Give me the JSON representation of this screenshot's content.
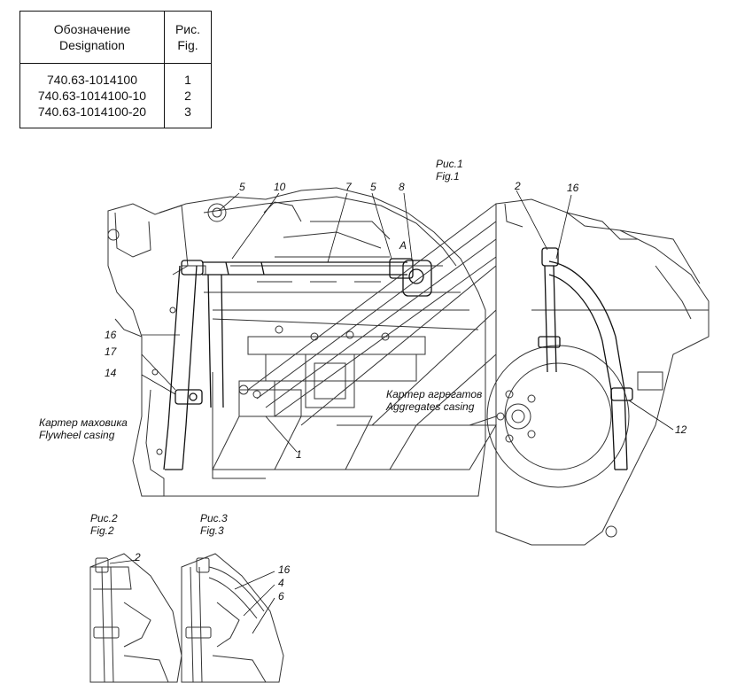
{
  "table": {
    "header_designation_ru": "Обозначение",
    "header_designation_en": "Designation",
    "header_fig_ru": "Рис.",
    "header_fig_en": "Fig.",
    "rows": [
      {
        "designation": "740.63-1014100",
        "fig": "1"
      },
      {
        "designation": "740.63-1014100-10",
        "fig": "2"
      },
      {
        "designation": "740.63-1014100-20",
        "fig": "3"
      }
    ]
  },
  "fig1": {
    "title_ru": "Рис.1",
    "title_en": "Fig.1"
  },
  "fig2": {
    "title_ru": "Рис.2",
    "title_en": "Fig.2"
  },
  "fig3": {
    "title_ru": "Рис.3",
    "title_en": "Fig.3"
  },
  "captions": {
    "aggregates_ru": "Картер агрегатов",
    "aggregates_en": "Aggregates casing",
    "flywheel_ru": "Картер маховика",
    "flywheel_en": "Flywheel casing"
  },
  "callouts": {
    "c5a": "5",
    "c10": "10",
    "c7": "7",
    "c5b": "5",
    "c8": "8",
    "cA": "A",
    "c2": "2",
    "c16a": "16",
    "c16b": "16",
    "c17": "17",
    "c14": "14",
    "c1": "1",
    "c12": "12",
    "c2b": "2",
    "c16c": "16",
    "c4": "4",
    "c6": "6"
  }
}
